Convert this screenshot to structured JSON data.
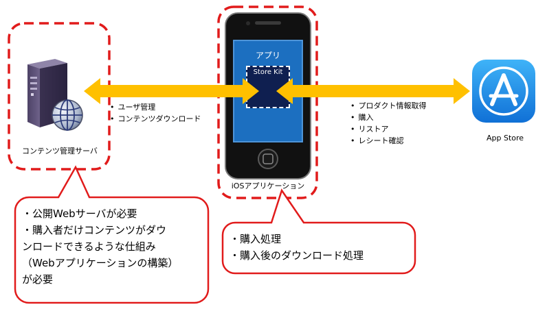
{
  "server": {
    "label": "コンテンツ管理サーバ",
    "features": [
      "ユーザ管理",
      "コンテンツダウンロード"
    ]
  },
  "device": {
    "app_label": "アプリ",
    "storekit_label": "Store Kit",
    "label": "iOSアプリケーション"
  },
  "appstore": {
    "label": "App Store",
    "features": [
      "プロダクト情報取得",
      "購入",
      "リストア",
      "レシート確認"
    ]
  },
  "callouts": {
    "server_notes": [
      "・公開Webサーバが必要",
      "・購入者だけコンテンツがダウ",
      "ンロードできるような仕組み",
      "（Webアプリケーションの構築）",
      "が必要"
    ],
    "app_notes": [
      "・購入処理",
      "・購入後のダウンロード処理"
    ]
  },
  "colors": {
    "dash_red": "#e11b1b",
    "arrow_yellow": "#ffc000",
    "app_screen_blue": "#1c6fc0",
    "storekit_navy": "#0f1f50",
    "appstore_blue": "#1b8ce8"
  },
  "icons": [
    "server-icon",
    "globe-icon",
    "iphone-icon",
    "appstore-icon",
    "double-arrow-icon"
  ]
}
